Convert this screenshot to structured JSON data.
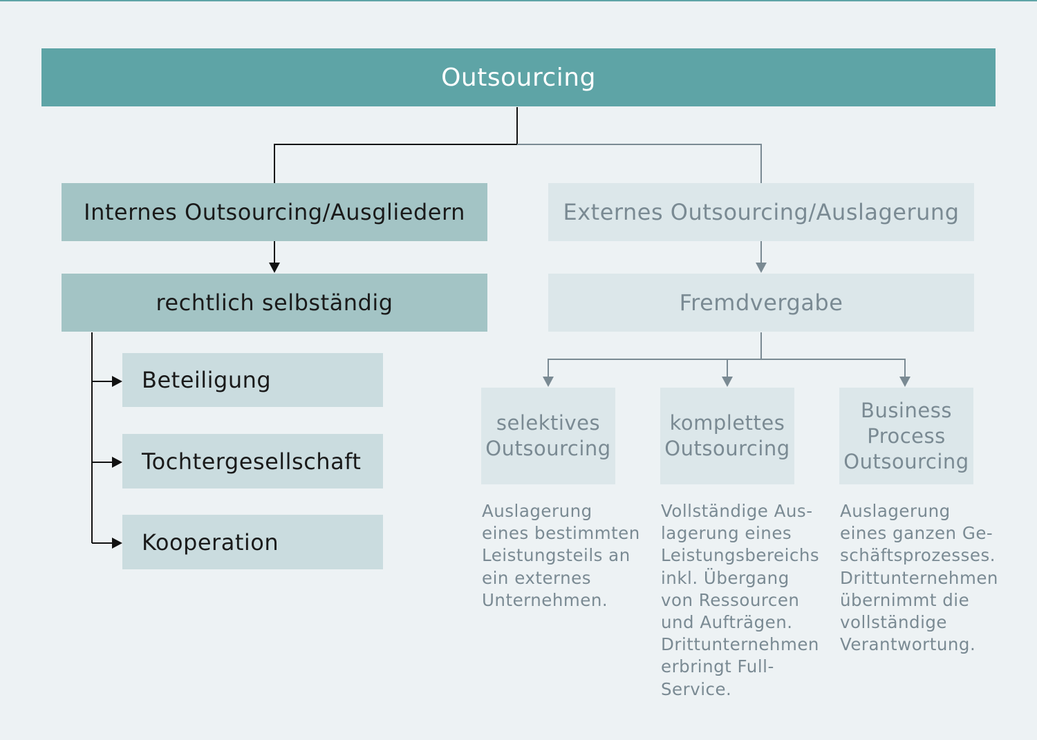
{
  "title": "Outsourcing",
  "internal": {
    "heading": "Internes Outsourcing/Ausgliedern",
    "subheading": "rechtlich selbständig",
    "items": [
      "Beteiligung",
      "Tochtergesellschaft",
      "Kooperation"
    ]
  },
  "external": {
    "heading": "Externes Outsourcing/Auslagerung",
    "subheading": "Fremdvergabe",
    "types": [
      {
        "label": "selektives\nOutsourcing",
        "description": "Auslagerung\neines bestimmten\nLeistungsteils an\nein externes\nUnternehmen."
      },
      {
        "label": "komplettes\nOutsourcing",
        "description": "Vollständige Aus-\nlagerung eines\nLeistungsbereichs\ninkl. Übergang\nvon Ressourcen\nund Aufträgen.\nDrittunternehmen\nerbringt Full-\nService."
      },
      {
        "label": "Business\nProcess\nOutsourcing",
        "description": "Auslagerung\neines ganzen Ge-\nschäftsprozesses.\nDrittunternehmen\nübernimmt die\nvollständige\nVerantwortung."
      }
    ]
  },
  "colors": {
    "title_bg": "#5ea4a6",
    "internal_bg": "#a3c4c5",
    "internal_item_bg": "#cadcdf",
    "external_bg": "#dce7ea",
    "external_text": "#7a8a93",
    "background": "#edf2f4"
  }
}
